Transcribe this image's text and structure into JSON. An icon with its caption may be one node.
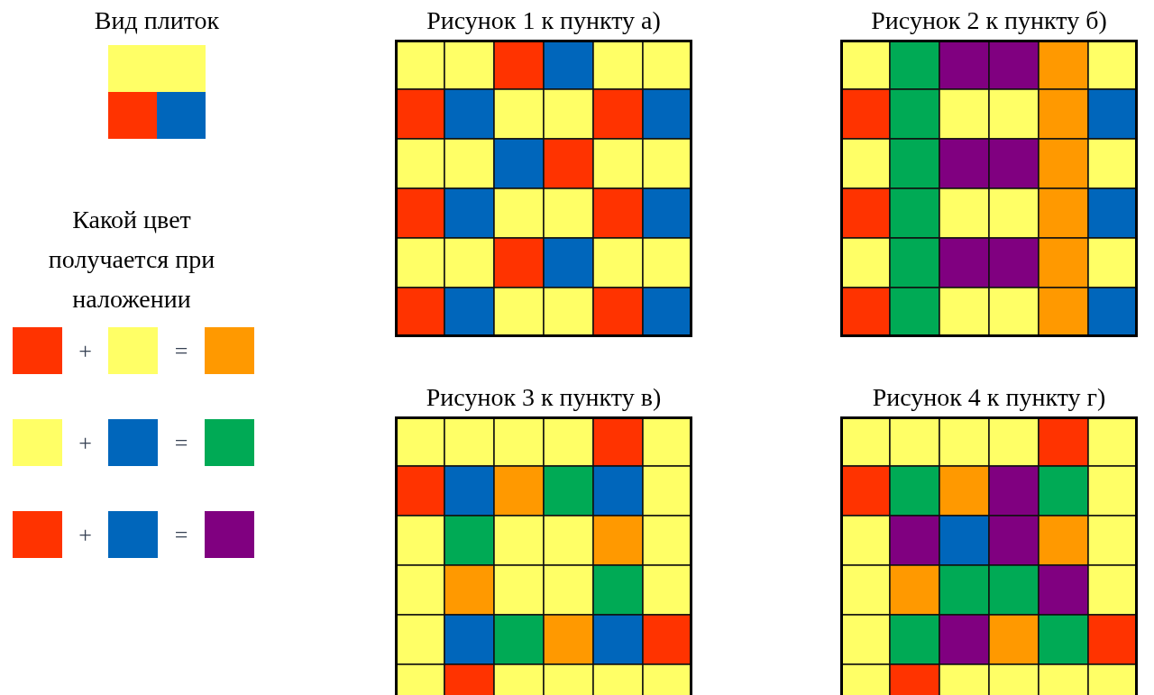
{
  "diagram": {
    "nodes": [
      {
        "text": [
          "Вид плиток"
        ]
      },
      {
        "text": [
          "Рисунок 1 к пункту а)"
        ]
      },
      {
        "text": [
          "Рисунок 2 к пункту б)"
        ]
      },
      {
        "text": [
          "Рисунок 3 к пункту в)"
        ]
      },
      {
        "text": [
          "Рисунок 4 к пункту г)"
        ]
      }
    ],
    "labels": [
      "Какой цвет получается при наложении",
      "+",
      "=",
      "+",
      "=",
      "+",
      "="
    ]
  }
}
